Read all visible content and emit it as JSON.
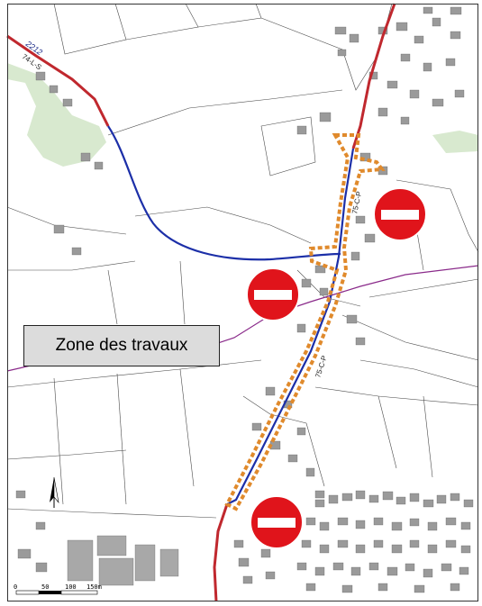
{
  "map": {
    "zone_label": "Zone des travaux",
    "road_labels": {
      "road_2212": "2212",
      "road_74": "74-L-S",
      "road_75_upper": "75-C-P",
      "road_75_lower": "75-C-P"
    },
    "scale_bar": {
      "ticks": [
        "0",
        "50",
        "100",
        "150m"
      ]
    },
    "north_arrow": "north-arrow-icon",
    "no_entry_signs": 3,
    "colors": {
      "main_road": "#c0282e",
      "detour_route": "#1c2fa8",
      "work_zone": "#e08a2c",
      "boundary": "#8a2a8a",
      "forest": "#d8e9cf",
      "field_border": "#4a4a4a",
      "building": "#9a9a9a",
      "no_entry_red": "#e0141b"
    }
  }
}
